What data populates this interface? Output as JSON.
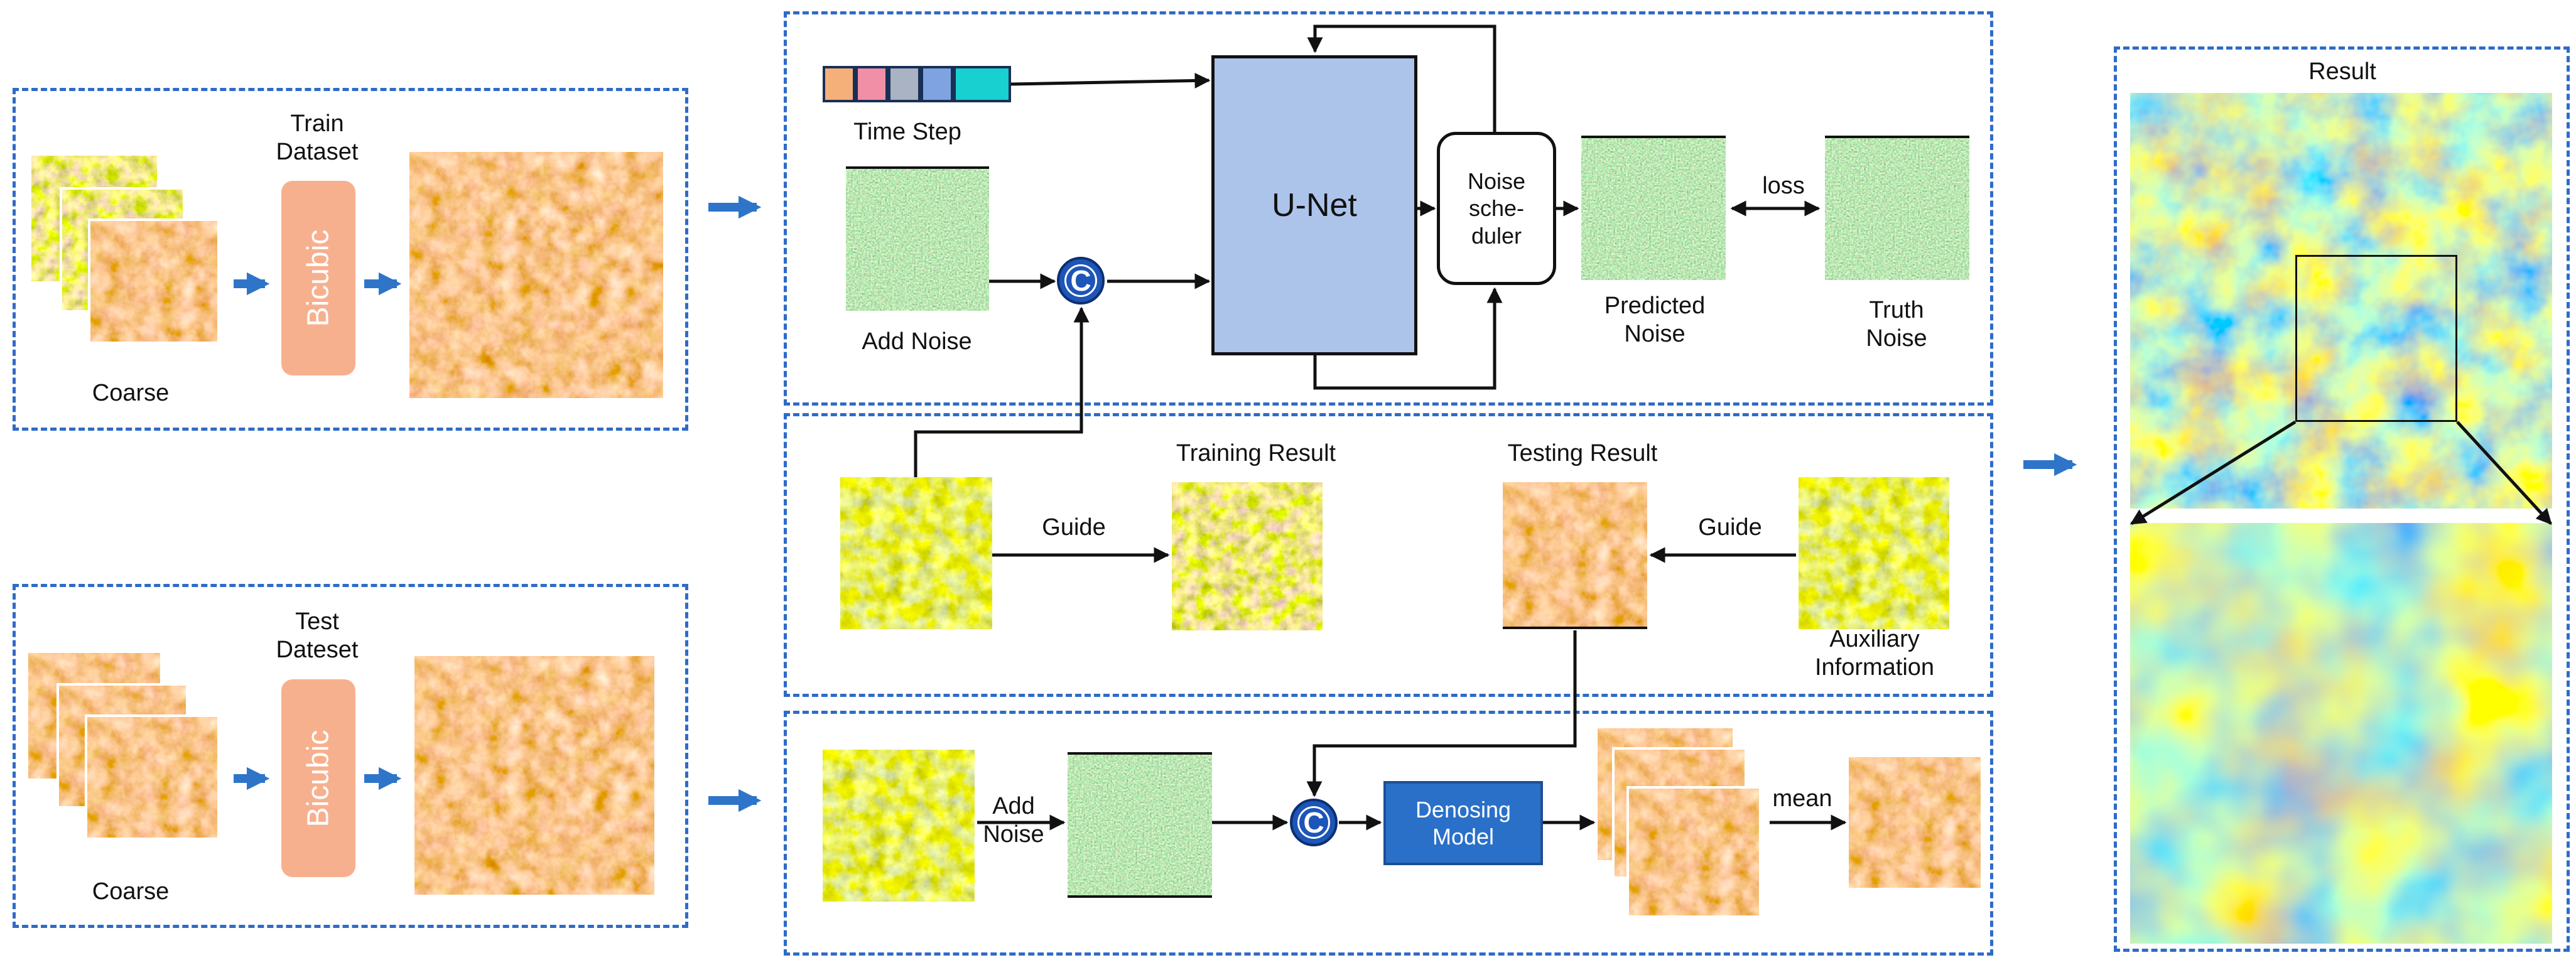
{
  "train_panel": {
    "title": "Train\nDataset",
    "coarse_label": "Coarse",
    "bicubic_label": "Bicubic"
  },
  "test_panel": {
    "title": "Test\nDateset",
    "coarse_label": "Coarse",
    "bicubic_label": "Bicubic"
  },
  "training_stage": {
    "time_step_label": "Time Step",
    "time_step_colors": [
      "#f5b07a",
      "#f08fa5",
      "#aab3c4",
      "#7fa3e0",
      "#19d0d0"
    ],
    "add_noise_label": "Add Noise",
    "concat_symbol": "C",
    "unet_label": "U-Net",
    "scheduler_label": "Noise\nsche-\nduler",
    "predicted_noise_label": "Predicted\nNoise",
    "loss_label": "loss",
    "truth_noise_label": "Truth\nNoise"
  },
  "guide_stage": {
    "guide_label_left": "Guide",
    "training_result_label": "Training Result",
    "testing_result_label": "Testing Result",
    "guide_label_right": "Guide",
    "auxiliary_label": "Auxiliary\nInformation"
  },
  "inference_stage": {
    "add_noise_label": "Add\nNoise",
    "concat_symbol": "C",
    "denoising_label": "Denosing\nModel",
    "mean_label": "mean"
  },
  "result_panel": {
    "title": "Result"
  },
  "colors": {
    "panel_border": "#2e6bc8",
    "flow_arrow": "#2e75c9",
    "bicubic": "#f7b08e",
    "unet": "#adc4ea",
    "denoising": "#2a70c8"
  }
}
